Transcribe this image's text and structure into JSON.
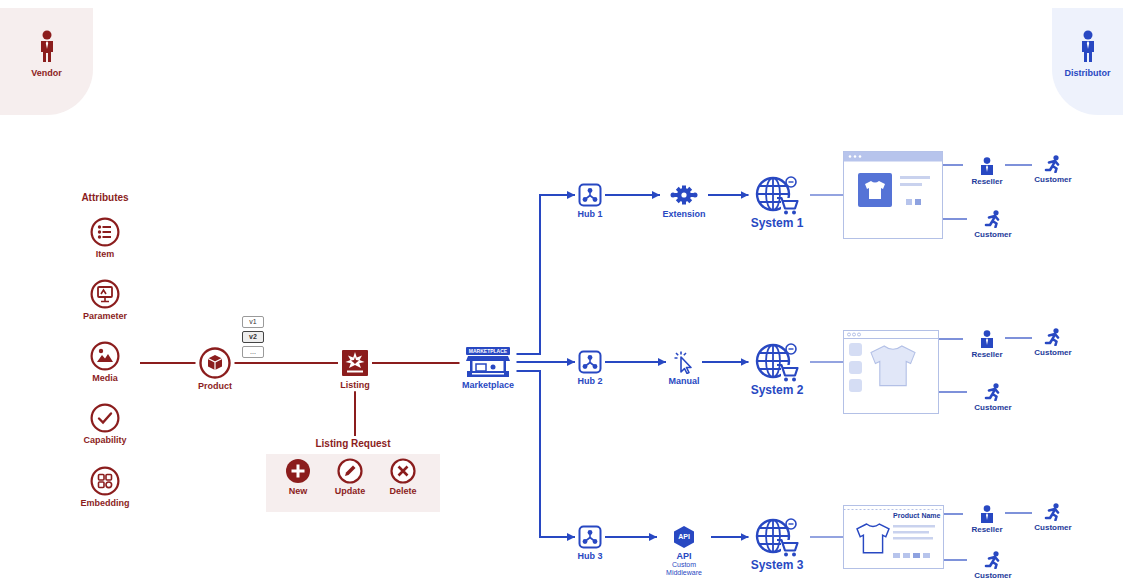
{
  "diagram": {
    "nodes": [
      {
        "text": [
          "Vendor"
        ]
      },
      {
        "text": [
          "Distributor"
        ]
      },
      {
        "text": [
          "Attributes"
        ]
      },
      {
        "text": [
          "Item"
        ],
        "in": 2
      },
      {
        "text": [
          "Parameter"
        ],
        "in": 2
      },
      {
        "text": [
          "Media"
        ],
        "in": 2
      },
      {
        "text": [
          "Capability"
        ],
        "in": 2
      },
      {
        "text": [
          "Embedding"
        ],
        "in": 2
      },
      {
        "text": [
          "Product"
        ]
      },
      {
        "text": [
          "v1"
        ]
      },
      {
        "text": [
          "v2"
        ]
      },
      {
        "text": [
          "..."
        ]
      },
      {
        "text": [
          "Listing"
        ]
      },
      {
        "text": [
          "Listing Request"
        ]
      },
      {
        "text": [
          "New"
        ],
        "in": 13
      },
      {
        "text": [
          "Update"
        ],
        "in": 13
      },
      {
        "text": [
          "Delete"
        ],
        "in": 13
      },
      {
        "text": [
          "Marketplace"
        ]
      },
      {
        "text": [
          "Hub 1"
        ]
      },
      {
        "text": [
          "Extension"
        ]
      },
      {
        "text": [
          "System 1"
        ]
      },
      {
        "text": [
          "Reseller"
        ]
      },
      {
        "text": [
          "Customer"
        ]
      },
      {
        "text": [
          "Customer"
        ]
      },
      {
        "text": [
          "Hub 2"
        ]
      },
      {
        "text": [
          "Manual"
        ]
      },
      {
        "text": [
          "System 2"
        ]
      },
      {
        "text": [
          "Reseller"
        ]
      },
      {
        "text": [
          "Customer"
        ]
      },
      {
        "text": [
          "Customer"
        ]
      },
      {
        "text": [
          "Hub 3"
        ]
      },
      {
        "text": [
          "API",
          "Custom Middleware"
        ]
      },
      {
        "text": [
          "System 3"
        ]
      },
      {
        "text": [
          "Reseller"
        ]
      },
      {
        "text": [
          "Customer"
        ]
      },
      {
        "text": [
          "Customer"
        ]
      }
    ],
    "edges": [
      {
        "from": 2,
        "to": 8,
        "arrow": "none"
      },
      {
        "from": 8,
        "to": 12,
        "arrow": "none"
      },
      {
        "from": 12,
        "to": 13,
        "arrow": "none"
      },
      {
        "from": 12,
        "to": 17,
        "arrow": "none"
      },
      {
        "from": 17,
        "to": 18,
        "arrow": "to"
      },
      {
        "from": 17,
        "to": 24,
        "arrow": "to"
      },
      {
        "from": 17,
        "to": 30,
        "arrow": "to"
      },
      {
        "from": 18,
        "to": 19,
        "arrow": "to"
      },
      {
        "from": 19,
        "to": 20,
        "arrow": "to"
      },
      {
        "from": 24,
        "to": 25,
        "arrow": "to"
      },
      {
        "from": 25,
        "to": 26,
        "arrow": "to"
      },
      {
        "from": 30,
        "to": 31,
        "arrow": "to"
      },
      {
        "from": 31,
        "to": 32,
        "arrow": "to"
      },
      {
        "from": 21,
        "to": 22,
        "arrow": "none"
      },
      {
        "from": 27,
        "to": 28,
        "arrow": "none"
      },
      {
        "from": 33,
        "to": 34,
        "arrow": "none"
      }
    ],
    "labels": [
      "MARKETPLACE",
      "API",
      "Product Name"
    ]
  }
}
